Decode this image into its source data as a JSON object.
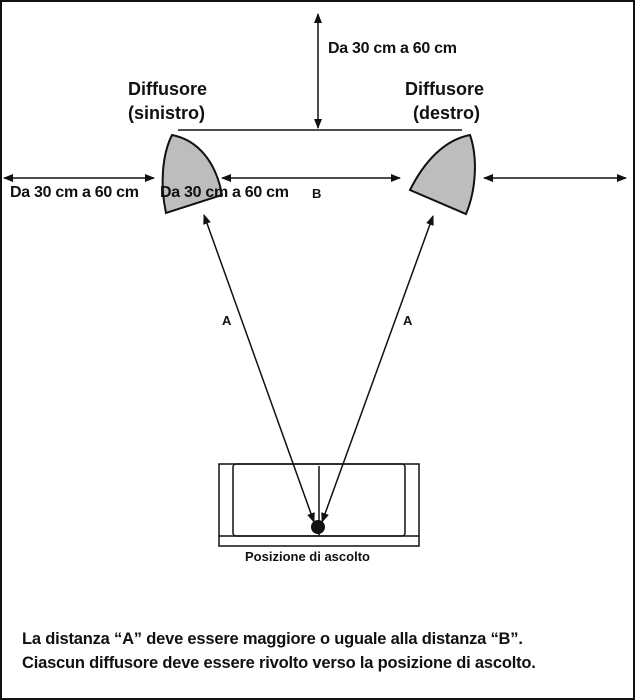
{
  "labels": {
    "top_distance": "Da 30 cm a 60 cm",
    "left_speaker_line1": "Diffusore",
    "left_speaker_line2": "(sinistro)",
    "right_speaker_line1": "Diffusore",
    "right_speaker_line2": "(destro)",
    "left_wall_distance": "Da 30 cm a 60 cm",
    "between_distance": "Da 30 cm a 60 cm",
    "b_marker": "B",
    "a_left": "A",
    "a_right": "A",
    "listening_position": "Posizione di ascolto"
  },
  "caption": {
    "line1": "La distanza “A” deve essere maggiore o uguale alla distanza “B”.",
    "line2": "Ciascun diffusore deve essere rivolto verso la posizione di ascolto."
  },
  "colors": {
    "speaker_fill": "#bdbdbd",
    "stroke": "#111111"
  }
}
